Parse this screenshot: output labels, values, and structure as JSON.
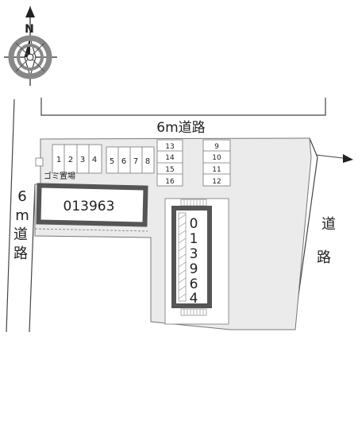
{
  "compass": {
    "north_label": "N"
  },
  "roads": {
    "top": "6m道路",
    "left_chars": [
      "6",
      "m",
      "道",
      "路"
    ],
    "right_chars": [
      "道",
      "路"
    ]
  },
  "buildings": {
    "west": {
      "id": "013963"
    },
    "east": {
      "id_chars": [
        "0",
        "1",
        "3",
        "9",
        "6",
        "4"
      ]
    }
  },
  "garbage_area": {
    "label": "ゴミ置場"
  },
  "parking": {
    "row_a": [
      "1",
      "2",
      "3",
      "4"
    ],
    "row_b": [
      "5",
      "6",
      "7",
      "8"
    ],
    "col_left": [
      "13",
      "14",
      "15",
      "16"
    ],
    "col_right": [
      "9",
      "10",
      "11",
      "12"
    ]
  }
}
